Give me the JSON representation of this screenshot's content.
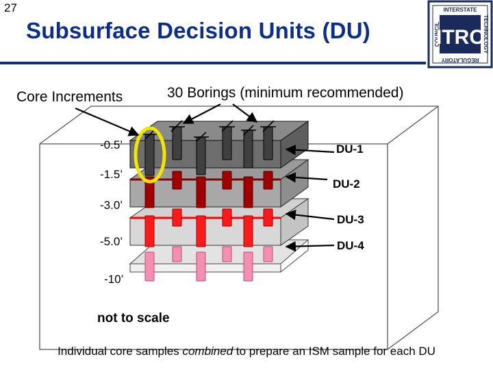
{
  "slide_number": "27",
  "title": "Subsurface Decision Units (DU)",
  "logo": {
    "letters": "ITRC",
    "ring_top": "INTERSTATE",
    "ring_right": "TECHNOLOGY",
    "ring_left": "COUNCIL",
    "ring_bottom": "REGULATORY"
  },
  "labels": {
    "core_increments": "Core Increments",
    "borings": "30 Borings (minimum recommended)",
    "not_to_scale": "not to scale"
  },
  "depths": [
    "-0.5’",
    "-1.5’",
    "-3.0’",
    "-5.0’",
    "-10’"
  ],
  "decision_units": [
    "DU-1",
    "DU-2",
    "DU-3",
    "DU-4"
  ],
  "caption": {
    "before": "Individual core samples ",
    "emphasis": "combined",
    "after": " to prepare an ISM sample for each DU"
  },
  "colors": {
    "title": "#0b2e8a",
    "du1_core": "#404040",
    "du2_core": "#a00000",
    "du3_core": "#ff1a1a",
    "du4_core": "#f48fb1",
    "highlight_ring": "#f2e600"
  }
}
